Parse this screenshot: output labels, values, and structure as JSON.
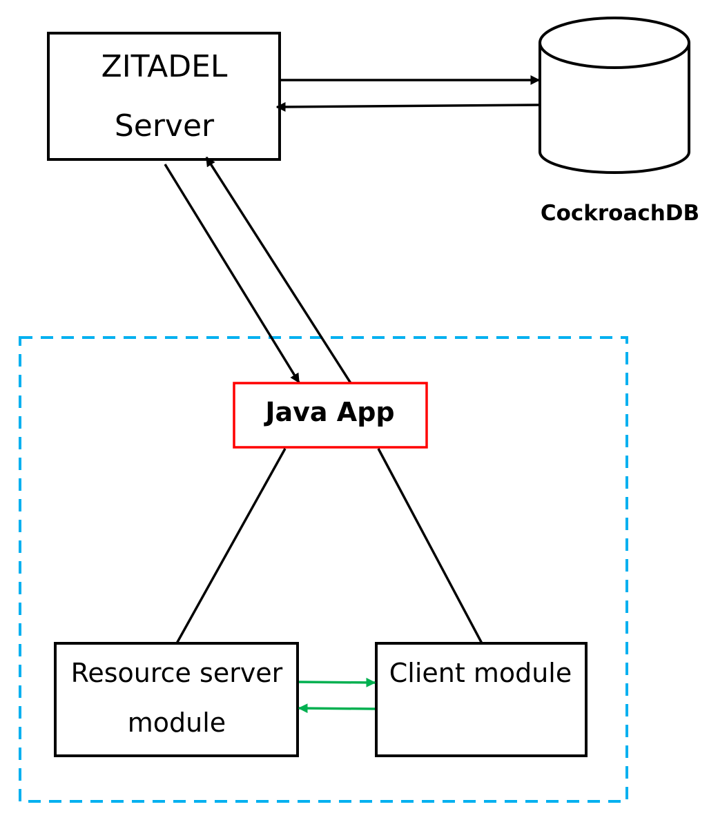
{
  "diagram": {
    "nodes": {
      "zitadel": {
        "line1": "ZITADEL",
        "line2": "Server"
      },
      "cockroach": {
        "label": "CockroachDB"
      },
      "java_app": {
        "label": "Java App"
      },
      "resource_server": {
        "line1": "Resource server",
        "line2": "module"
      },
      "client_module": {
        "label": "Client module"
      }
    },
    "group": {
      "label": ""
    },
    "edges": [
      {
        "from": "zitadel",
        "to": "cockroach",
        "type": "arrow"
      },
      {
        "from": "cockroach",
        "to": "zitadel",
        "type": "arrow"
      },
      {
        "from": "zitadel",
        "to": "java_app",
        "type": "arrow"
      },
      {
        "from": "java_app",
        "to": "zitadel",
        "type": "arrow"
      },
      {
        "from": "java_app",
        "to": "resource_server",
        "type": "line"
      },
      {
        "from": "java_app",
        "to": "client_module",
        "type": "line"
      },
      {
        "from": "resource_server",
        "to": "client_module",
        "type": "arrow",
        "color": "#00b050"
      },
      {
        "from": "client_module",
        "to": "resource_server",
        "type": "arrow",
        "color": "#00b050"
      }
    ],
    "colors": {
      "stroke": "#000000",
      "java_app_border": "#ff0000",
      "group_border": "#00b0f0",
      "module_arrows": "#00b050"
    }
  }
}
